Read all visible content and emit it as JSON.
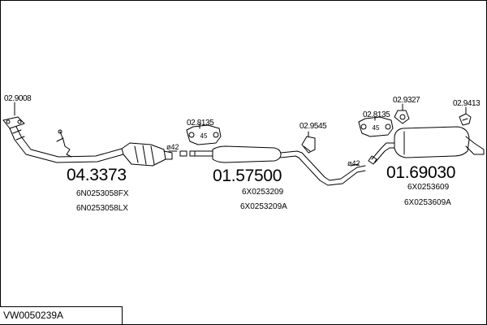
{
  "diagram_code": "VW0050239A",
  "sections": [
    {
      "part_number": "04.3373",
      "oem": [
        "6N0253058FX",
        "6N0253058LX"
      ]
    },
    {
      "part_number": "01.57500",
      "oem": [
        "6X0253209",
        "6X0253209A"
      ]
    },
    {
      "part_number": "01.69030",
      "oem": [
        "6X0253609",
        "6X0253609A"
      ]
    }
  ],
  "accessories": [
    "02.9008",
    "02.8135",
    "02.9545",
    "02.8135",
    "02.9327",
    "02.9413"
  ],
  "pipe_diameters": [
    "ø42",
    "ø42"
  ],
  "ring_labels": [
    "45",
    "45"
  ],
  "colors": {
    "line": "#000000",
    "background": "#ffffff"
  }
}
